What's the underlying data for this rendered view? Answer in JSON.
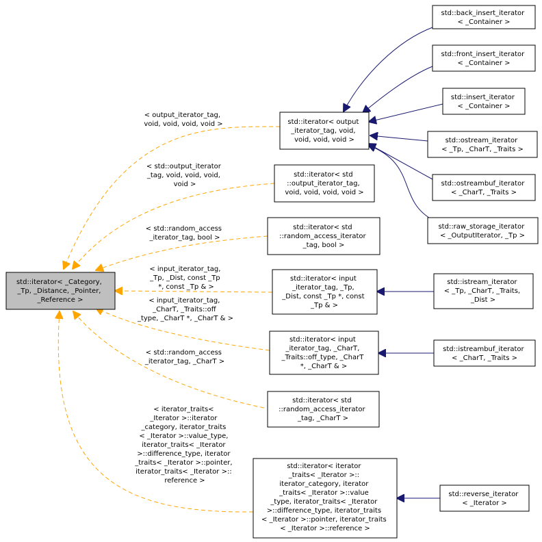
{
  "nodes": {
    "root": [
      "std::iterator< _Category,",
      "_Tp, _Distance, _Pointer,",
      "_Reference >"
    ],
    "it_output": [
      "std::iterator< output",
      "_iterator_tag, void,",
      "void, void, void >"
    ],
    "it_std_output": [
      "std::iterator< std",
      "::output_iterator_tag,",
      "void, void, void, void >"
    ],
    "it_std_random_bool": [
      "std::iterator< std",
      "::random_access_iterator",
      "_tag, bool >"
    ],
    "it_input_tp": [
      "std::iterator< input",
      "_iterator_tag, _Tp,",
      "_Dist, const _Tp *, const",
      "_Tp & >"
    ],
    "it_input_chart": [
      "std::iterator< input",
      "_iterator_tag, _CharT,",
      "_Traits::off_type, _CharT",
      "*, _CharT & >"
    ],
    "it_std_random_chart": [
      "std::iterator< std",
      "::random_access_iterator",
      "_tag, _CharT >"
    ],
    "it_traits": [
      "std::iterator< iterator",
      "_traits< _Iterator >::",
      "iterator_category, iterator",
      "_traits< _Iterator >::value",
      "_type, iterator_traits< _Iterator",
      ">::difference_type, iterator_traits",
      "< _Iterator >::pointer, iterator_traits",
      "< _Iterator >::reference >"
    ],
    "back_insert": [
      "std::back_insert_iterator",
      "< _Container >"
    ],
    "front_insert": [
      "std::front_insert_iterator",
      "< _Container >"
    ],
    "insert": [
      "std::insert_iterator",
      "< _Container >"
    ],
    "ostream": [
      "std::ostream_iterator",
      "< _Tp, _CharT, _Traits >"
    ],
    "ostreambuf": [
      "std::ostreambuf_iterator",
      "< _CharT, _Traits >"
    ],
    "raw_storage": [
      "std::raw_storage_iterator",
      "< _OutputIterator, _Tp >"
    ],
    "istream": [
      "std::istream_iterator",
      "< _Tp, _CharT, _Traits,",
      "_Dist >"
    ],
    "istreambuf": [
      "std::istreambuf_iterator",
      "< _CharT, _Traits >"
    ],
    "reverse": [
      "std::reverse_iterator",
      "< _Iterator >"
    ]
  },
  "edge_labels": {
    "output": [
      "< output_iterator_tag,",
      "void, void, void, void >"
    ],
    "std_output": [
      "< std::output_iterator",
      "_tag, void, void, void,",
      "void >"
    ],
    "std_random_bool": [
      "< std::random_access",
      "_iterator_tag, bool >"
    ],
    "input_tp": [
      "< input_iterator_tag,",
      "_Tp, _Dist, const _Tp",
      "*, const _Tp & >"
    ],
    "input_chart": [
      "< input_iterator_tag,",
      "_CharT, _Traits::off",
      "_type, _CharT *, _CharT & >"
    ],
    "std_random_chart": [
      "< std::random_access",
      "_iterator_tag, _CharT >"
    ],
    "traits": [
      "< iterator_traits<",
      "_Iterator >::iterator",
      "_category, iterator_traits",
      "< _Iterator >::value_type,",
      "iterator_traits< _Iterator",
      ">::difference_type, iterator",
      "_traits< _Iterator >::pointer,",
      "iterator_traits< _Iterator >::",
      "reference >"
    ]
  },
  "colors": {
    "root_fill": "#bfbfbf",
    "template_edge": "#ffa500",
    "inheritance_edge": "#191970"
  }
}
